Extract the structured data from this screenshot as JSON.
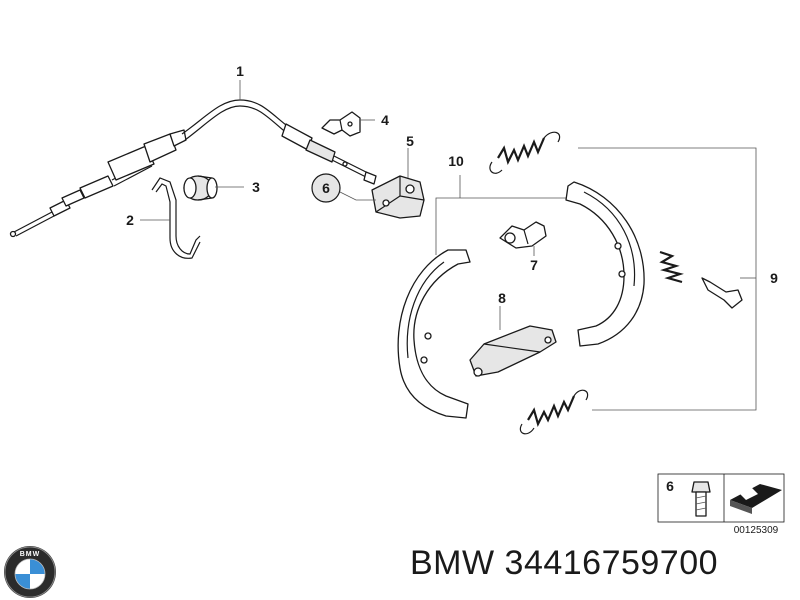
{
  "callouts": {
    "c1": "1",
    "c2": "2",
    "c3": "3",
    "c4": "4",
    "c5": "5",
    "c6": "6",
    "c7": "7",
    "c8": "8",
    "c9": "9",
    "c10": "10"
  },
  "legend": {
    "label": "6",
    "drawing_number": "00125309"
  },
  "logo": {
    "text": "BMW"
  },
  "caption": "BMW 34416759700"
}
